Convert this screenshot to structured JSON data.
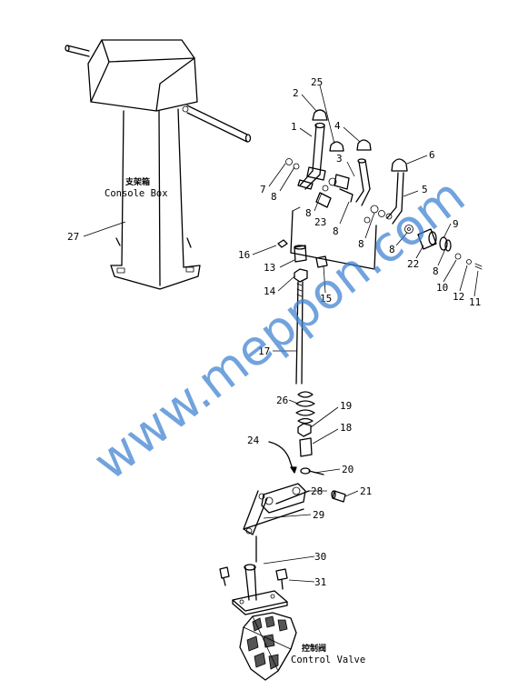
{
  "labels": {
    "console_box_cn": "支架箱",
    "console_box_en": "Console Box",
    "control_valve_cn": "控制阀",
    "control_valve_en": "Control Valve"
  },
  "watermark": "www.meppon.com",
  "callouts": [
    {
      "id": "c1",
      "text": "1"
    },
    {
      "id": "c2",
      "text": "2"
    },
    {
      "id": "c3",
      "text": "3"
    },
    {
      "id": "c4",
      "text": "4"
    },
    {
      "id": "c5",
      "text": "5"
    },
    {
      "id": "c6",
      "text": "6"
    },
    {
      "id": "c7",
      "text": "7"
    },
    {
      "id": "c8a",
      "text": "8"
    },
    {
      "id": "c8b",
      "text": "8"
    },
    {
      "id": "c8c",
      "text": "8"
    },
    {
      "id": "c8d",
      "text": "8"
    },
    {
      "id": "c8e",
      "text": "8"
    },
    {
      "id": "c8f",
      "text": "8"
    },
    {
      "id": "c9",
      "text": "9"
    },
    {
      "id": "c10",
      "text": "10"
    },
    {
      "id": "c11",
      "text": "11"
    },
    {
      "id": "c12",
      "text": "12"
    },
    {
      "id": "c13",
      "text": "13"
    },
    {
      "id": "c14",
      "text": "14"
    },
    {
      "id": "c15",
      "text": "15"
    },
    {
      "id": "c16",
      "text": "16"
    },
    {
      "id": "c17",
      "text": "17"
    },
    {
      "id": "c18",
      "text": "18"
    },
    {
      "id": "c19",
      "text": "19"
    },
    {
      "id": "c20",
      "text": "20"
    },
    {
      "id": "c21",
      "text": "21"
    },
    {
      "id": "c22",
      "text": "22"
    },
    {
      "id": "c23",
      "text": "23"
    },
    {
      "id": "c24",
      "text": "24"
    },
    {
      "id": "c25",
      "text": "25"
    },
    {
      "id": "c26",
      "text": "26"
    },
    {
      "id": "c27",
      "text": "27"
    },
    {
      "id": "c28",
      "text": "28"
    },
    {
      "id": "c29",
      "text": "29"
    },
    {
      "id": "c30",
      "text": "30"
    },
    {
      "id": "c31",
      "text": "31"
    }
  ],
  "colors": {
    "line": "#000000",
    "watermark": "#3a7fd0"
  }
}
